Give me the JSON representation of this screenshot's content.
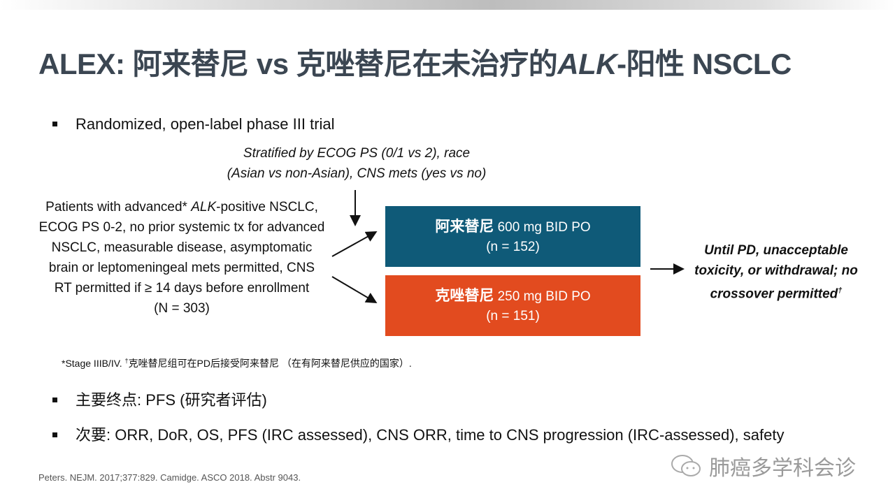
{
  "title": {
    "prefix": "ALEX: 阿来替尼 vs 克唑替尼在未治疗的",
    "italic": "ALK",
    "suffix": "-阳性 NSCLC"
  },
  "bullets": {
    "design": "Randomized, open-label phase III trial",
    "primary": "主要终点: PFS (研究者评估)",
    "secondary": "次要: ORR, DoR, OS, PFS (IRC assessed), CNS ORR, time to CNS progression (IRC-assessed), safety"
  },
  "stratification": [
    "Stratified by ECOG PS (0/1 vs 2), race",
    "(Asian vs non-Asian), CNS mets (yes vs no)"
  ],
  "patients": {
    "pre": "Patients with advanced* ",
    "italic": "ALK",
    "post": "-positive NSCLC, ECOG PS 0-2, no prior systemic tx for advanced NSCLC, measurable disease, asymptomatic brain or leptomeningeal mets permitted, CNS RT permitted if ≥ 14 days before enrollment",
    "n": "(N = 303)"
  },
  "arms": [
    {
      "drug": "阿来替尼",
      "dose": " 600 mg BID PO",
      "n": "(n = 152)",
      "color": "#0f5a78"
    },
    {
      "drug": "克唑替尼",
      "dose": " 250 mg BID PO",
      "n": "(n = 151)",
      "color": "#e24b1f"
    }
  ],
  "outcome": {
    "text": "Until PD, unacceptable toxicity, or withdrawal; no crossover permitted",
    "mark": "†"
  },
  "footnote": {
    "pre": "*Stage IIIB/IV. ",
    "mark": "†",
    "text": "克唑替尼组可在PD后接受阿来替尼 （在有阿来替尼供应的国家）."
  },
  "reference": "Peters. NEJM. 2017;377:829. Camidge. ASCO 2018. Abstr 9043.",
  "watermark": "肺癌多学科会诊"
}
